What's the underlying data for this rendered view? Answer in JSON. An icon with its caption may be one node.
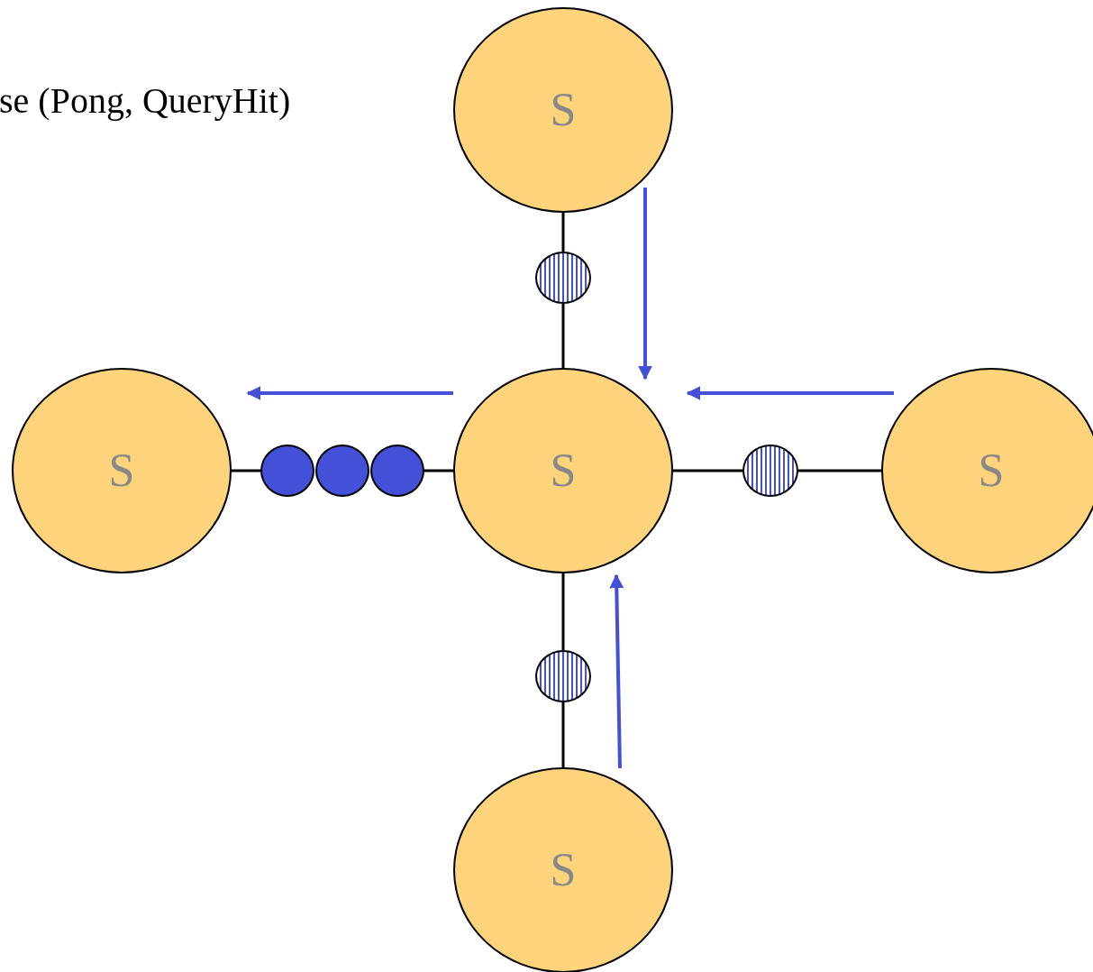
{
  "diagram": {
    "nodes": [
      {
        "text": [
          "S"
        ]
      },
      {
        "text": [],
        "shape": "circle"
      },
      {
        "text": [
          "S"
        ]
      },
      {
        "text": [],
        "shape": "circle"
      },
      {
        "text": [],
        "shape": "circle"
      },
      {
        "text": [],
        "shape": "circle"
      },
      {
        "text": [
          "S"
        ]
      },
      {
        "text": [],
        "shape": "circle"
      },
      {
        "text": [
          "S"
        ]
      },
      {
        "text": [],
        "shape": "circle"
      },
      {
        "text": [
          "S"
        ]
      }
    ],
    "edges": [
      {
        "from": 0,
        "to": 1,
        "arrow": "none"
      },
      {
        "from": 1,
        "to": 6,
        "arrow": "none"
      },
      {
        "from": 2,
        "to": 3,
        "arrow": "none"
      },
      {
        "from": 5,
        "to": 6,
        "arrow": "none"
      },
      {
        "from": 6,
        "to": 7,
        "arrow": "none"
      },
      {
        "from": 7,
        "to": 8,
        "arrow": "none"
      },
      {
        "from": 6,
        "to": 9,
        "arrow": "none"
      },
      {
        "from": 9,
        "to": 10,
        "arrow": "none"
      },
      {
        "from": 0,
        "to": 6,
        "arrow": "to",
        "color": "#4450d8"
      },
      {
        "from": 6,
        "to": 2,
        "arrow": "to",
        "color": "#4450d8"
      },
      {
        "from": 8,
        "to": 6,
        "arrow": "to",
        "color": "#4450d8"
      },
      {
        "from": 10,
        "to": 6,
        "arrow": "to",
        "color": "#4450d8"
      }
    ],
    "labels": [
      "se (Pong, QueryHit)"
    ]
  }
}
